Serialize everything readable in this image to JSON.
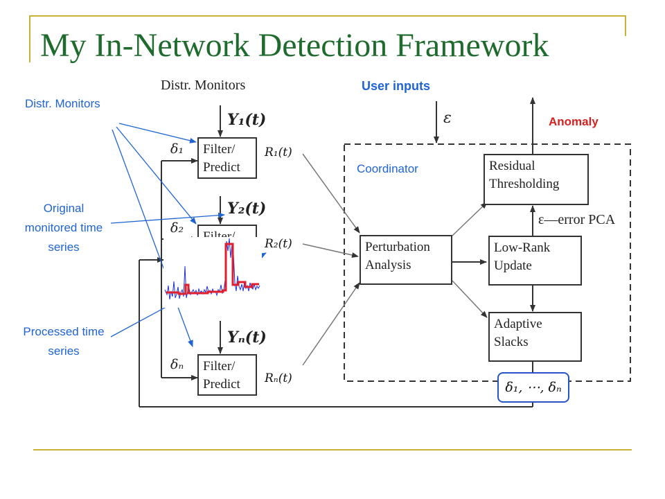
{
  "title": "My In-Network Detection Framework",
  "annotations": {
    "distr_monitors": "Distr. Monitors",
    "original_series": "Original monitored time series",
    "processed_series": "Processed time series",
    "user_inputs": "User inputs",
    "anomaly": "Anomaly",
    "coordinator": "Coordinator"
  },
  "diagram": {
    "header": "Distr. Monitors",
    "y1": "Y₁(t)",
    "y2": "Y₂(t)",
    "yn": "Yₙ(t)",
    "delta1": "δ₁",
    "delta2": "δ₂",
    "deltan": "δₙ",
    "filter_predict": "Filter/ Predict",
    "r1": "R₁(t)",
    "r2": "R₂(t)",
    "rn": "Rₙ(t)",
    "epsilon": "ε",
    "perturbation": "Perturbation Analysis",
    "residual": "Residual Thresholding",
    "lowrank": "Low-Rank Update",
    "adaptive": "Adaptive Slacks",
    "error_pca": "ε—error PCA",
    "deltas_out": "δ₁, ⋯, δₙ"
  },
  "colors": {
    "title": "#1f6b2e",
    "rule": "#c9b037",
    "annotation": "#1f64d2",
    "anomaly": "#d81f1f",
    "series_raw": "#1c2fd6",
    "series_processed": "#e01e2c"
  }
}
